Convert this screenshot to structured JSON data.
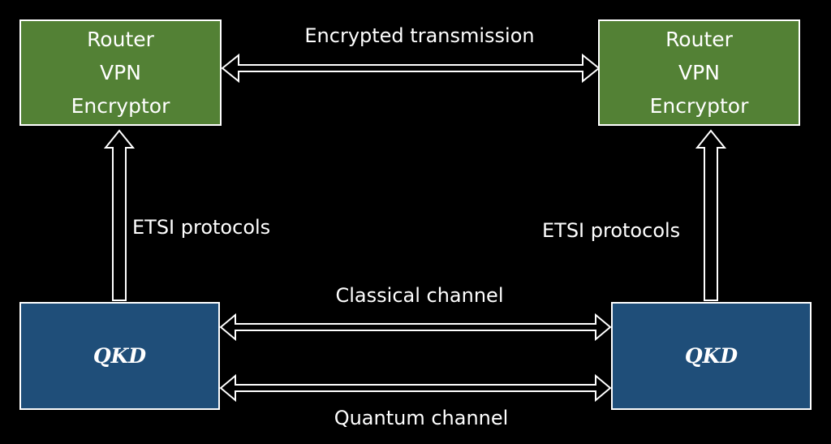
{
  "colors": {
    "background": "#000000",
    "router_fill": "#538135",
    "qkd_fill": "#1f4e79",
    "stroke": "#ffffff"
  },
  "left_router": {
    "line1": "Router",
    "line2": "VPN",
    "line3": "Encryptor"
  },
  "right_router": {
    "line1": "Router",
    "line2": "VPN",
    "line3": "Encryptor"
  },
  "left_qkd": {
    "label": "QKD"
  },
  "right_qkd": {
    "label": "QKD"
  },
  "links": {
    "encrypted": "Encrypted transmission",
    "etsi_left": "ETSI protocols",
    "etsi_right": "ETSI protocols",
    "classical": "Classical channel",
    "quantum": "Quantum channel"
  }
}
